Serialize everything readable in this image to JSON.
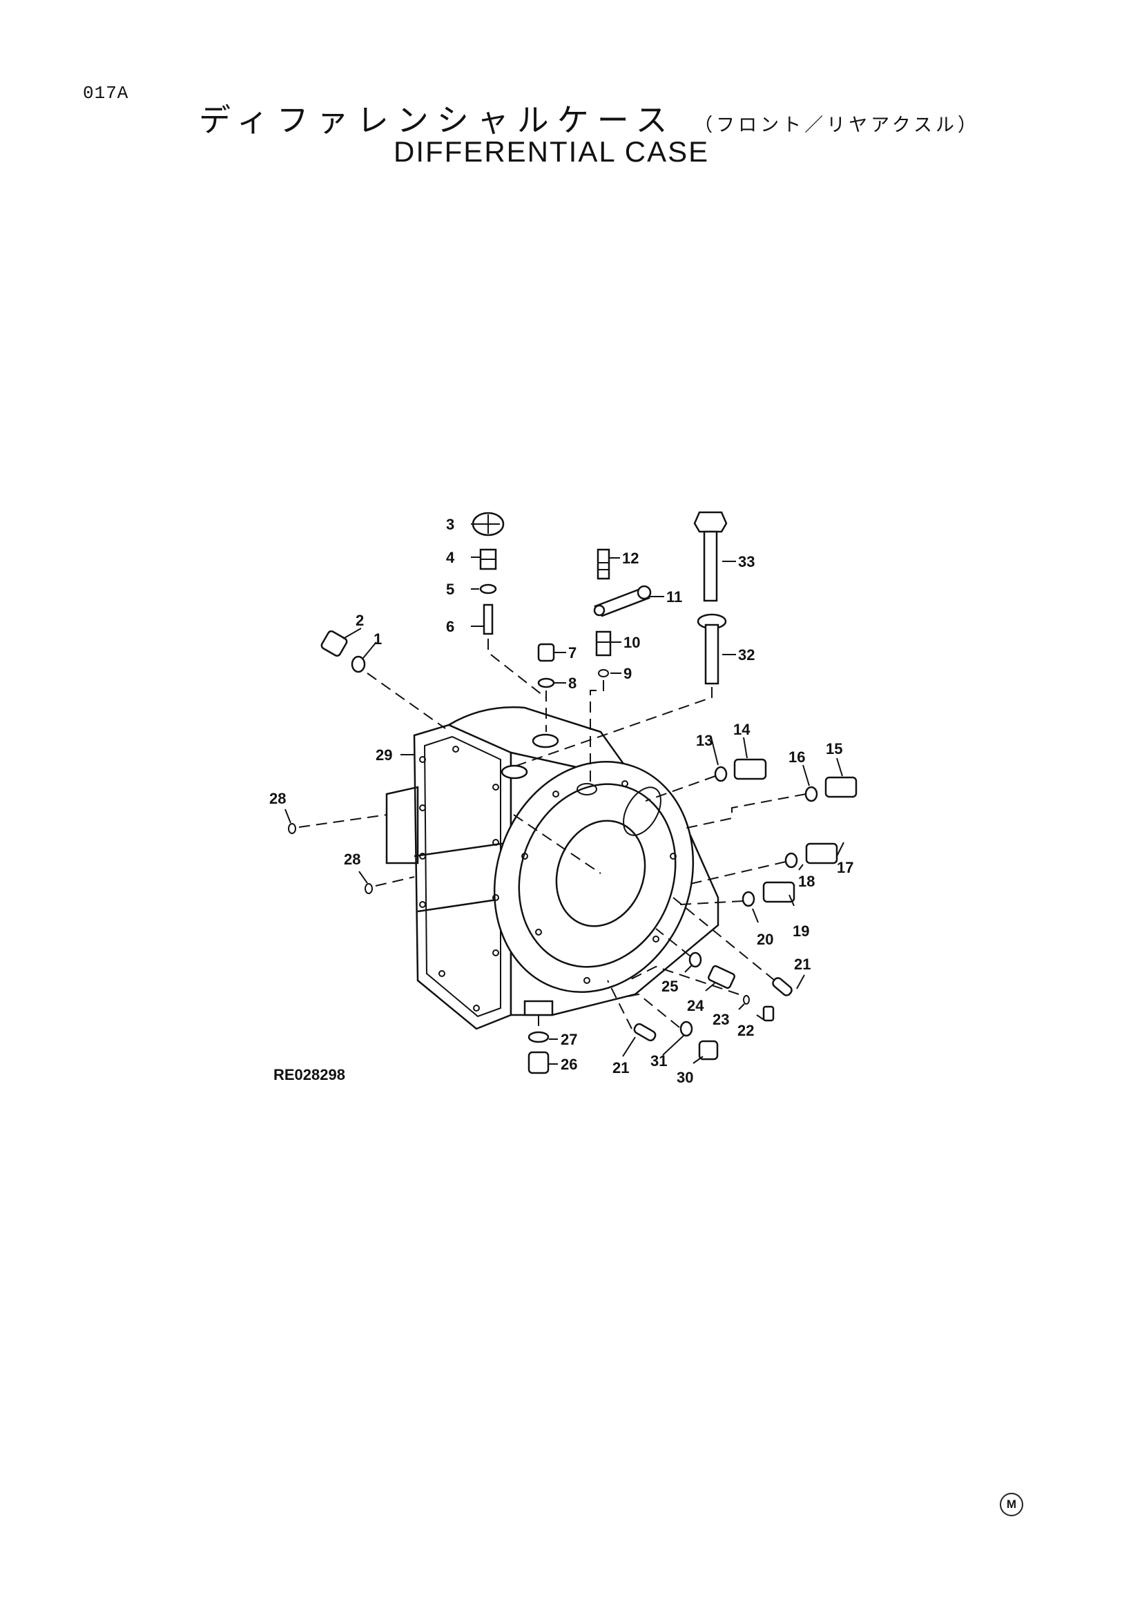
{
  "page_code": "017A",
  "title_jp": "ディファレンシャルケース",
  "title_jp_sub": "（フロント／リヤアクスル）",
  "title_en": "DIFFERENTIAL CASE",
  "reference_code": "RE028298",
  "corner_mark": "M",
  "callouts": [
    {
      "id": "c1",
      "text": "1"
    },
    {
      "id": "c2",
      "text": "2"
    },
    {
      "id": "c3",
      "text": "3"
    },
    {
      "id": "c4",
      "text": "4"
    },
    {
      "id": "c5",
      "text": "5"
    },
    {
      "id": "c6",
      "text": "6"
    },
    {
      "id": "c7",
      "text": "7"
    },
    {
      "id": "c8",
      "text": "8"
    },
    {
      "id": "c9",
      "text": "9"
    },
    {
      "id": "c10",
      "text": "10"
    },
    {
      "id": "c11",
      "text": "11"
    },
    {
      "id": "c12",
      "text": "12"
    },
    {
      "id": "c13",
      "text": "13"
    },
    {
      "id": "c14",
      "text": "14"
    },
    {
      "id": "c15",
      "text": "15"
    },
    {
      "id": "c16",
      "text": "16"
    },
    {
      "id": "c17",
      "text": "17"
    },
    {
      "id": "c18",
      "text": "18"
    },
    {
      "id": "c19",
      "text": "19"
    },
    {
      "id": "c20",
      "text": "20"
    },
    {
      "id": "c21a",
      "text": "21"
    },
    {
      "id": "c21b",
      "text": "21"
    },
    {
      "id": "c22",
      "text": "22"
    },
    {
      "id": "c23",
      "text": "23"
    },
    {
      "id": "c24",
      "text": "24"
    },
    {
      "id": "c25",
      "text": "25"
    },
    {
      "id": "c26",
      "text": "26"
    },
    {
      "id": "c27",
      "text": "27"
    },
    {
      "id": "c28a",
      "text": "28"
    },
    {
      "id": "c28b",
      "text": "28"
    },
    {
      "id": "c29",
      "text": "29"
    },
    {
      "id": "c30",
      "text": "30"
    },
    {
      "id": "c31",
      "text": "31"
    },
    {
      "id": "c32",
      "text": "32"
    },
    {
      "id": "c33",
      "text": "33"
    }
  ]
}
